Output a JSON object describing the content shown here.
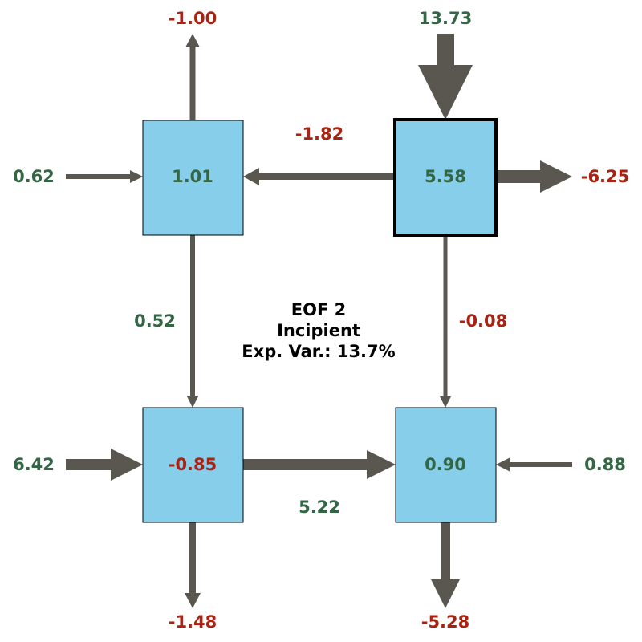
{
  "colors": {
    "box_fill": "#87CEEB",
    "arrow": "#5a5750",
    "positive": "#336644",
    "negative": "#aa2211",
    "title": "#000000"
  },
  "title": {
    "line1": "EOF 2",
    "line2": "Incipient",
    "line3": "Exp. Var.: 13.7%"
  },
  "boxes": {
    "top_left": "1.01",
    "top_right": "5.58",
    "bottom_left": "-0.85",
    "bottom_right": "0.90"
  },
  "flows": {
    "top_left_up": "-1.00",
    "top_right_down_in": "13.73",
    "left_in_top": "0.62",
    "right_out_top": "-6.25",
    "top_horizontal": "-1.82",
    "left_vertical": "0.52",
    "right_vertical": "-0.08",
    "left_in_bottom": "6.42",
    "bottom_horizontal": "5.22",
    "right_in_bottom": "0.88",
    "bottom_left_down": "-1.48",
    "bottom_right_down": "-5.28"
  }
}
